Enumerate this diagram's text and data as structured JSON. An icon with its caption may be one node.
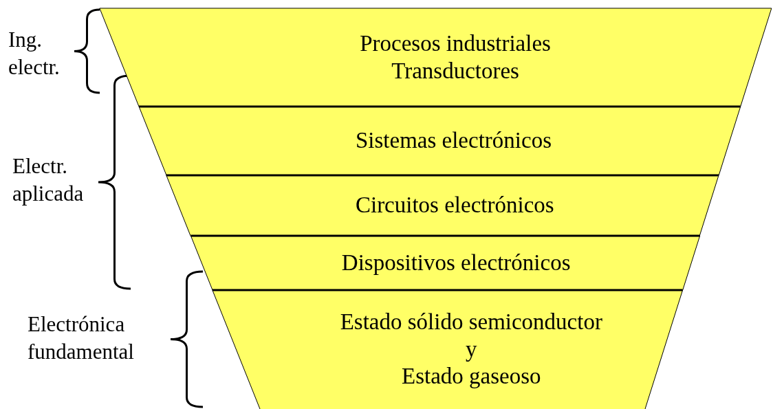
{
  "diagram": {
    "nodes": [
      {
        "text": [
          "Procesos industriales",
          "Transductores"
        ]
      },
      {
        "text": [
          "Sistemas electrónicos"
        ]
      },
      {
        "text": [
          "Circuitos electrónicos"
        ]
      },
      {
        "text": [
          "Dispositivos electrónicos"
        ]
      },
      {
        "text": [
          "Estado sólido semiconductor",
          "y",
          "Estado gaseoso"
        ]
      }
    ],
    "labels": [
      "Ing. electr.",
      "Electr. aplicada",
      "Electrónica fundamental"
    ]
  }
}
